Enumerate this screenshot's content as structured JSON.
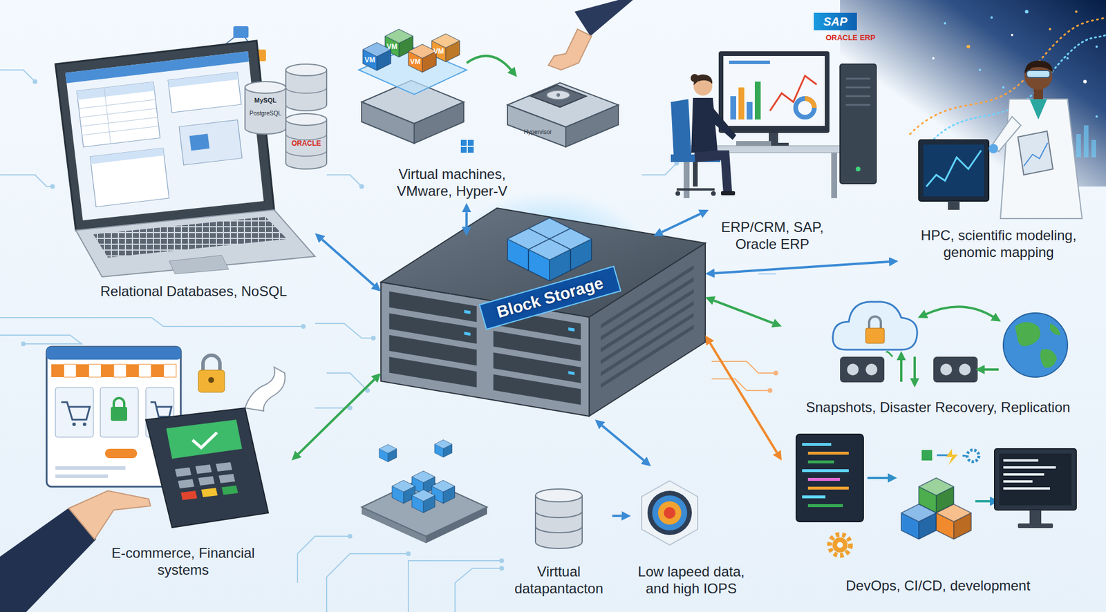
{
  "diagram": {
    "nodes": [
      {
        "text": [
          "Relational Databases, NoSQL"
        ]
      },
      {
        "text": [
          "Virtual machines, VMware, Hyper-V"
        ]
      },
      {
        "text": [
          "ERP/CRM, SAP, Oracle ERP"
        ]
      },
      {
        "text": [
          "HPC, scientific modeling, genomic mapping"
        ]
      },
      {
        "text": [
          "Block Storage"
        ]
      },
      {
        "text": [
          "Snapshots, Disaster Recovery, Replication"
        ]
      },
      {
        "text": [
          "E-commerce, Financial systems"
        ]
      },
      {
        "text": [
          "Virttual datapantacton"
        ]
      },
      {
        "text": [
          "Low lapeed data, and high IOPS"
        ]
      },
      {
        "text": [
          "DevOps, CI/CD, development"
        ]
      }
    ],
    "edges": [
      {
        "from": 4,
        "to": 0,
        "arrow": "both"
      },
      {
        "from": 4,
        "to": 1,
        "arrow": "both"
      },
      {
        "from": 4,
        "to": 2,
        "arrow": "both"
      },
      {
        "from": 4,
        "to": 3,
        "arrow": "both"
      },
      {
        "from": 4,
        "to": 5,
        "arrow": "both"
      },
      {
        "from": 4,
        "to": 6,
        "arrow": "both"
      },
      {
        "from": 4,
        "to": 8,
        "arrow": "both"
      },
      {
        "from": 4,
        "to": 9,
        "arrow": "both"
      },
      {
        "from": 7,
        "to": 8,
        "arrow": "to"
      }
    ],
    "labels": [
      "SAP",
      "ORACLE ERP",
      "MySQL",
      "PostgreSQL",
      "ORACLE",
      "VM",
      "VM",
      "VM",
      "VM",
      "Hypervisor"
    ]
  }
}
